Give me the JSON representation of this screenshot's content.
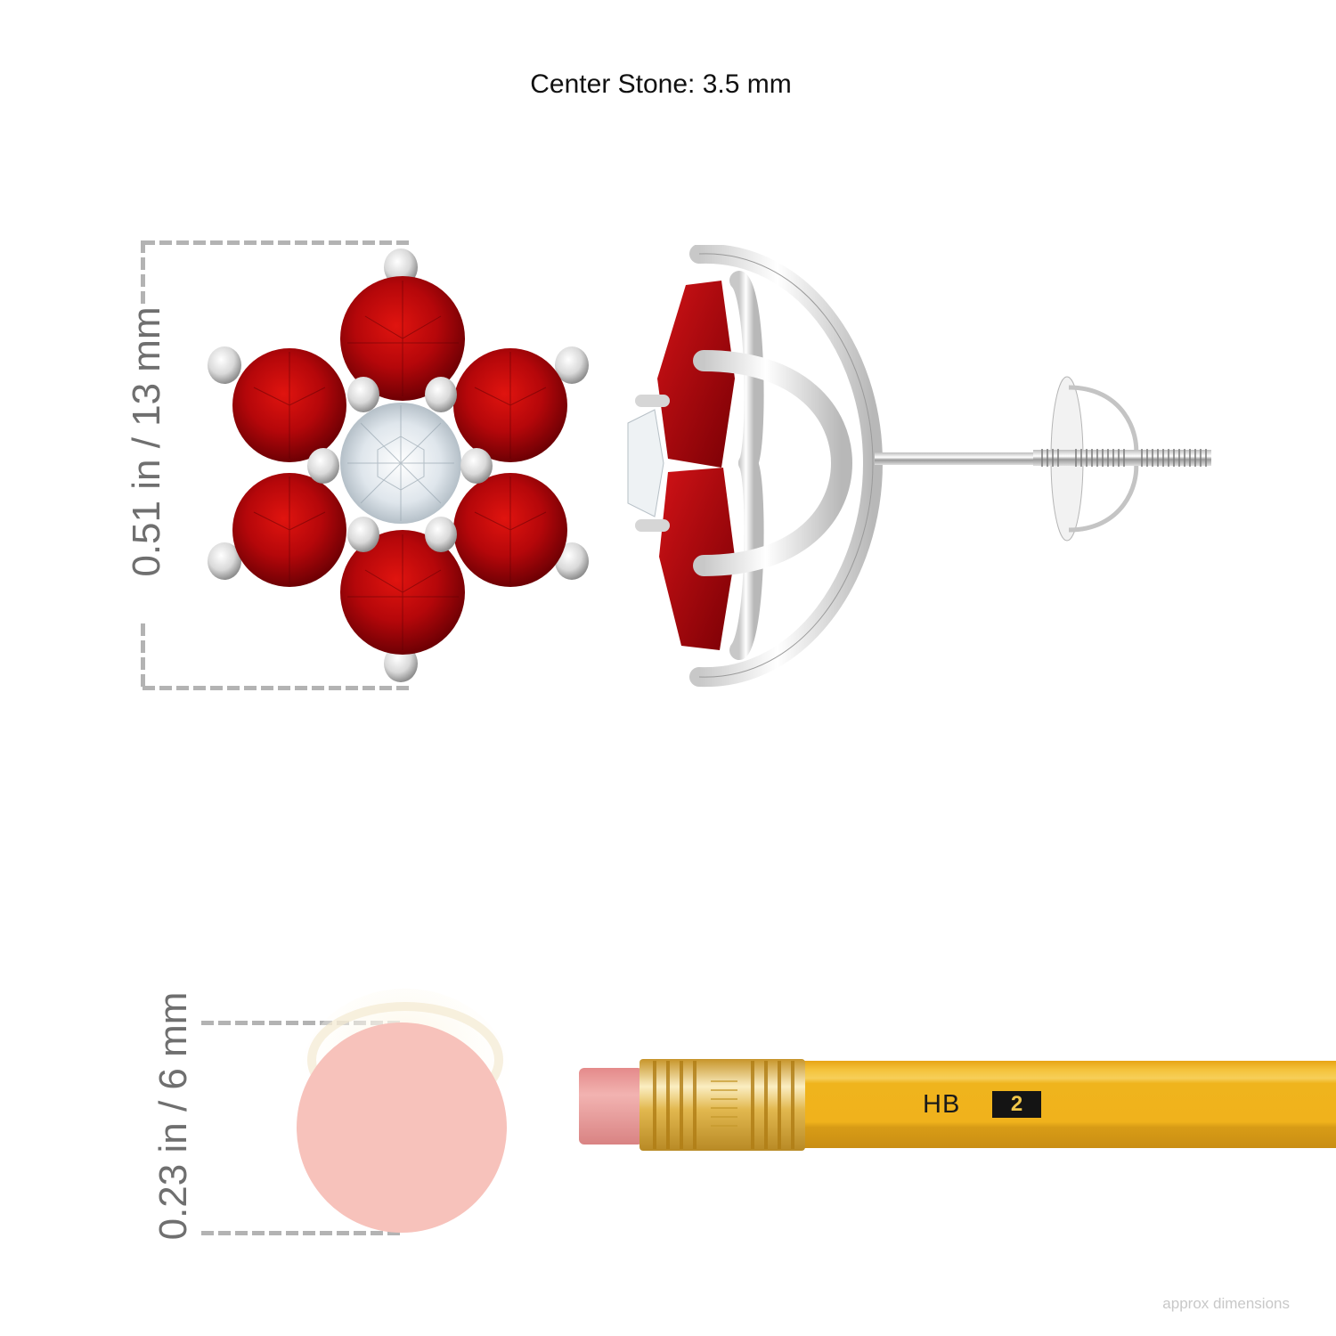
{
  "title": "Center Stone: 3.5 mm",
  "earring": {
    "height_label": "0.51 in / 13 mm",
    "center_stone": {
      "type": "diamond",
      "color": "#e8eef2"
    },
    "petal_stones": {
      "count": 6,
      "type": "ruby",
      "color": "#b0060a"
    },
    "metal_color": "#e6e6e6"
  },
  "eraser": {
    "diameter_label": "0.23 in / 6 mm",
    "color": "#f7c2bb"
  },
  "pencil": {
    "grade_label": "HB",
    "number_label": "2",
    "body_color": "#f0b21c",
    "ferrule_color": "#e6c25a",
    "eraser_color": "#ea9a9a"
  },
  "dashed_line_color": "#b3b3b3",
  "footnote": "approx dimensions"
}
